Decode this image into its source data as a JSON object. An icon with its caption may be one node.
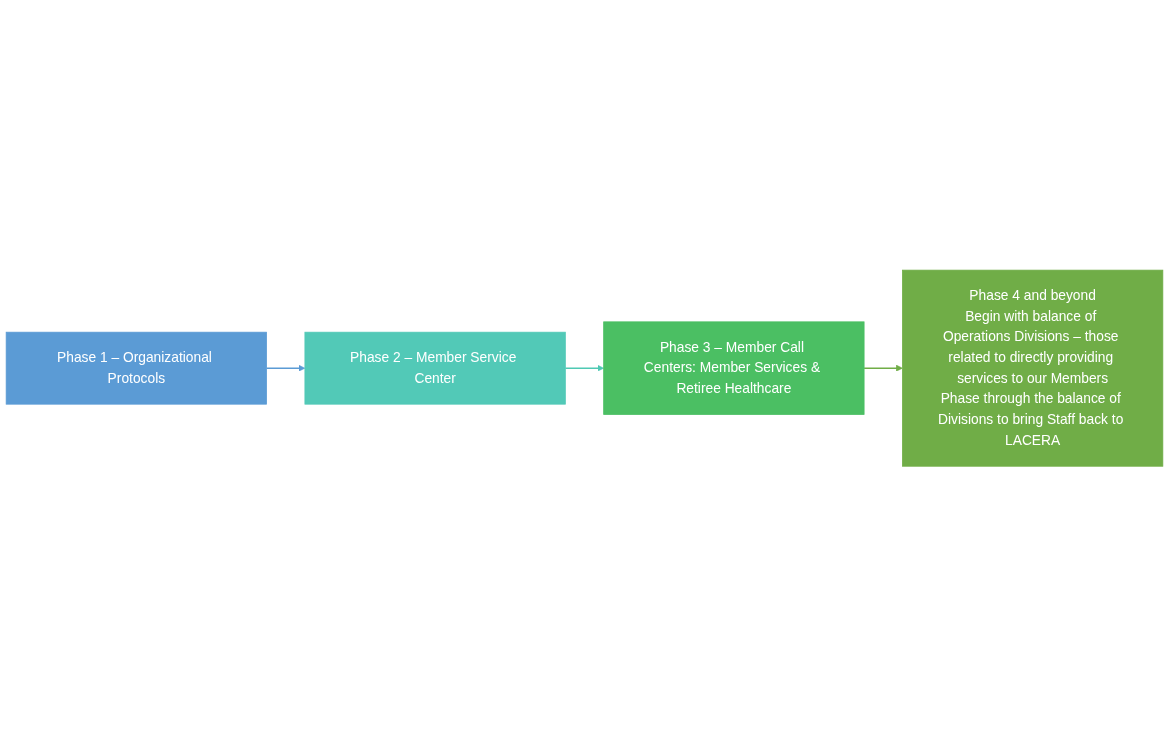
{
  "diagram": {
    "nodes": [
      {
        "text": [
          "Phase 1 – Organizational Protocols"
        ]
      },
      {
        "text": [
          "Phase 2 – Member Service Center"
        ]
      },
      {
        "text": [
          "Phase 3 – Member Call Centers: Member Services & Retiree Healthcare"
        ]
      },
      {
        "text": [
          "Phase 4 and beyond",
          "Begin with balance of Operations Divisions – those related to directly providing services to our Members",
          "Phase through the balance of Divisions to bring Staff back to LACERA"
        ]
      }
    ],
    "edges": [
      {
        "from": 0,
        "to": 1,
        "arrow": "to",
        "color": "#5b9bd5"
      },
      {
        "from": 1,
        "to": 2,
        "arrow": "to",
        "color": "#4fc9b4"
      },
      {
        "from": 2,
        "to": 3,
        "arrow": "to",
        "color": "#70ad47"
      }
    ]
  }
}
